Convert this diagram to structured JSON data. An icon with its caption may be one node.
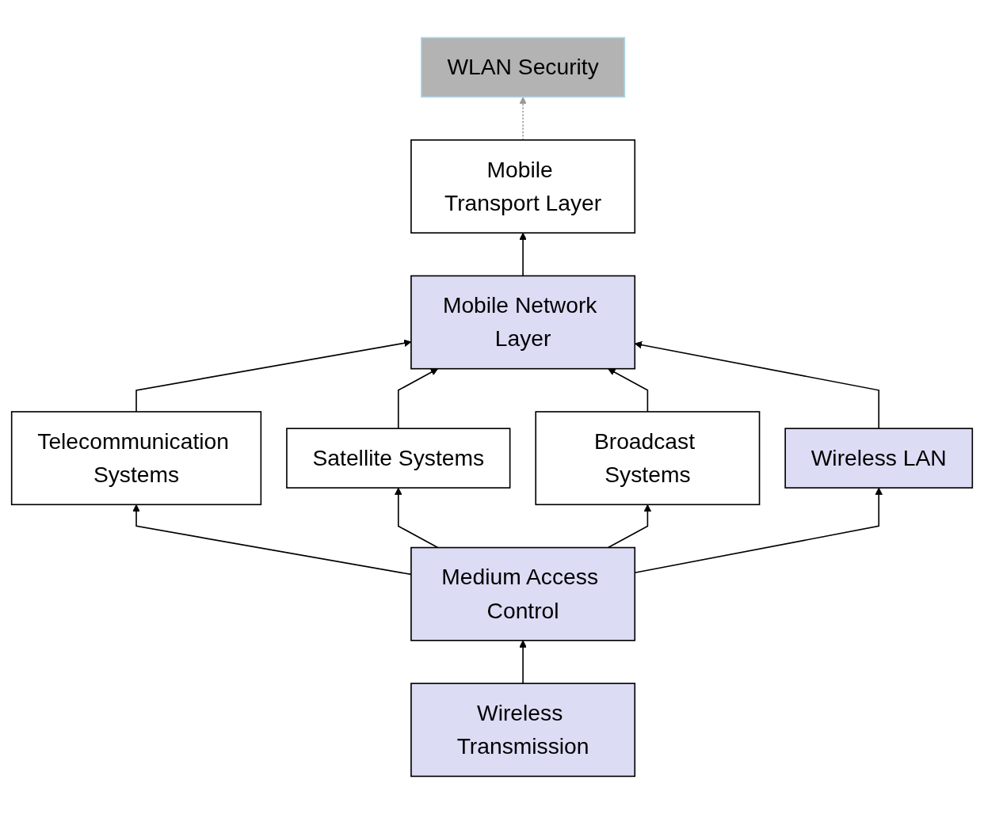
{
  "diagram": {
    "nodes": [
      {
        "text": [
          "WLAN Security"
        ]
      },
      {
        "text": [
          "Mobile Transport Layer"
        ]
      },
      {
        "text": [
          "Mobile Network Layer"
        ]
      },
      {
        "text": [
          "Telecommunication Systems"
        ]
      },
      {
        "text": [
          "Satellite Systems"
        ]
      },
      {
        "text": [
          "Broadcast Systems"
        ]
      },
      {
        "text": [
          "Wireless LAN"
        ]
      },
      {
        "text": [
          "Medium Access Control"
        ]
      },
      {
        "text": [
          "Wireless Transmission"
        ]
      }
    ],
    "edges": [
      {
        "from": 1,
        "to": 0,
        "arrow": "to",
        "style": "dashed",
        "color": "#999999"
      },
      {
        "from": 2,
        "to": 1,
        "arrow": "to"
      },
      {
        "from": 3,
        "to": 2,
        "arrow": "to"
      },
      {
        "from": 4,
        "to": 2,
        "arrow": "to"
      },
      {
        "from": 5,
        "to": 2,
        "arrow": "to"
      },
      {
        "from": 6,
        "to": 2,
        "arrow": "to"
      },
      {
        "from": 7,
        "to": 3,
        "arrow": "to"
      },
      {
        "from": 7,
        "to": 4,
        "arrow": "to"
      },
      {
        "from": 7,
        "to": 5,
        "arrow": "to"
      },
      {
        "from": 7,
        "to": 6,
        "arrow": "to"
      },
      {
        "from": 8,
        "to": 7,
        "arrow": "to"
      }
    ]
  }
}
